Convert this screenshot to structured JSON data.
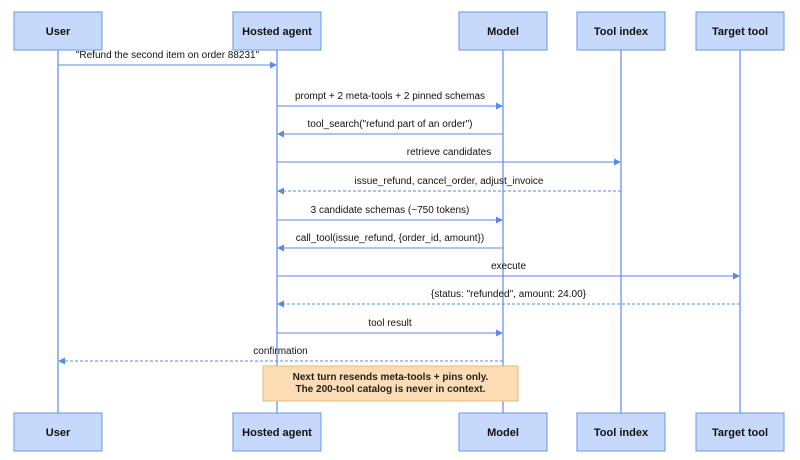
{
  "participants": [
    {
      "id": "user",
      "label": "User"
    },
    {
      "id": "agent",
      "label": "Hosted agent"
    },
    {
      "id": "model",
      "label": "Model"
    },
    {
      "id": "index",
      "label": "Tool index"
    },
    {
      "id": "target",
      "label": "Target tool"
    }
  ],
  "messages": [
    {
      "from": "user",
      "to": "agent",
      "label": "\"Refund the second item on order 88231\"",
      "style": "solid"
    },
    {
      "from": "agent",
      "to": "model",
      "label": "prompt + 2 meta-tools + 2 pinned schemas",
      "style": "solid"
    },
    {
      "from": "model",
      "to": "agent",
      "label": "tool_search(\"refund part of an order\")",
      "style": "solid"
    },
    {
      "from": "agent",
      "to": "index",
      "label": "retrieve candidates",
      "style": "solid"
    },
    {
      "from": "index",
      "to": "agent",
      "label": "issue_refund, cancel_order, adjust_invoice",
      "style": "dashed"
    },
    {
      "from": "agent",
      "to": "model",
      "label": "3 candidate schemas (~750 tokens)",
      "style": "solid"
    },
    {
      "from": "model",
      "to": "agent",
      "label": "call_tool(issue_refund, {order_id, amount})",
      "style": "solid"
    },
    {
      "from": "agent",
      "to": "target",
      "label": "execute",
      "style": "solid"
    },
    {
      "from": "target",
      "to": "agent",
      "label": "{status: \"refunded\", amount: 24.00}",
      "style": "dashed"
    },
    {
      "from": "agent",
      "to": "model",
      "label": "tool result",
      "style": "solid"
    },
    {
      "from": "model",
      "to": "user",
      "label": "confirmation",
      "style": "dashed"
    }
  ],
  "note": {
    "lines": [
      "Next turn resends meta-tools + pins only.",
      "The 200-tool catalog is never in context."
    ]
  },
  "colors": {
    "actor_fill": "#c6d9fb",
    "actor_border": "#6a96e6",
    "arrow": "#5b8ae6",
    "note_fill": "#fbdcb5",
    "note_border": "#eab87c"
  }
}
